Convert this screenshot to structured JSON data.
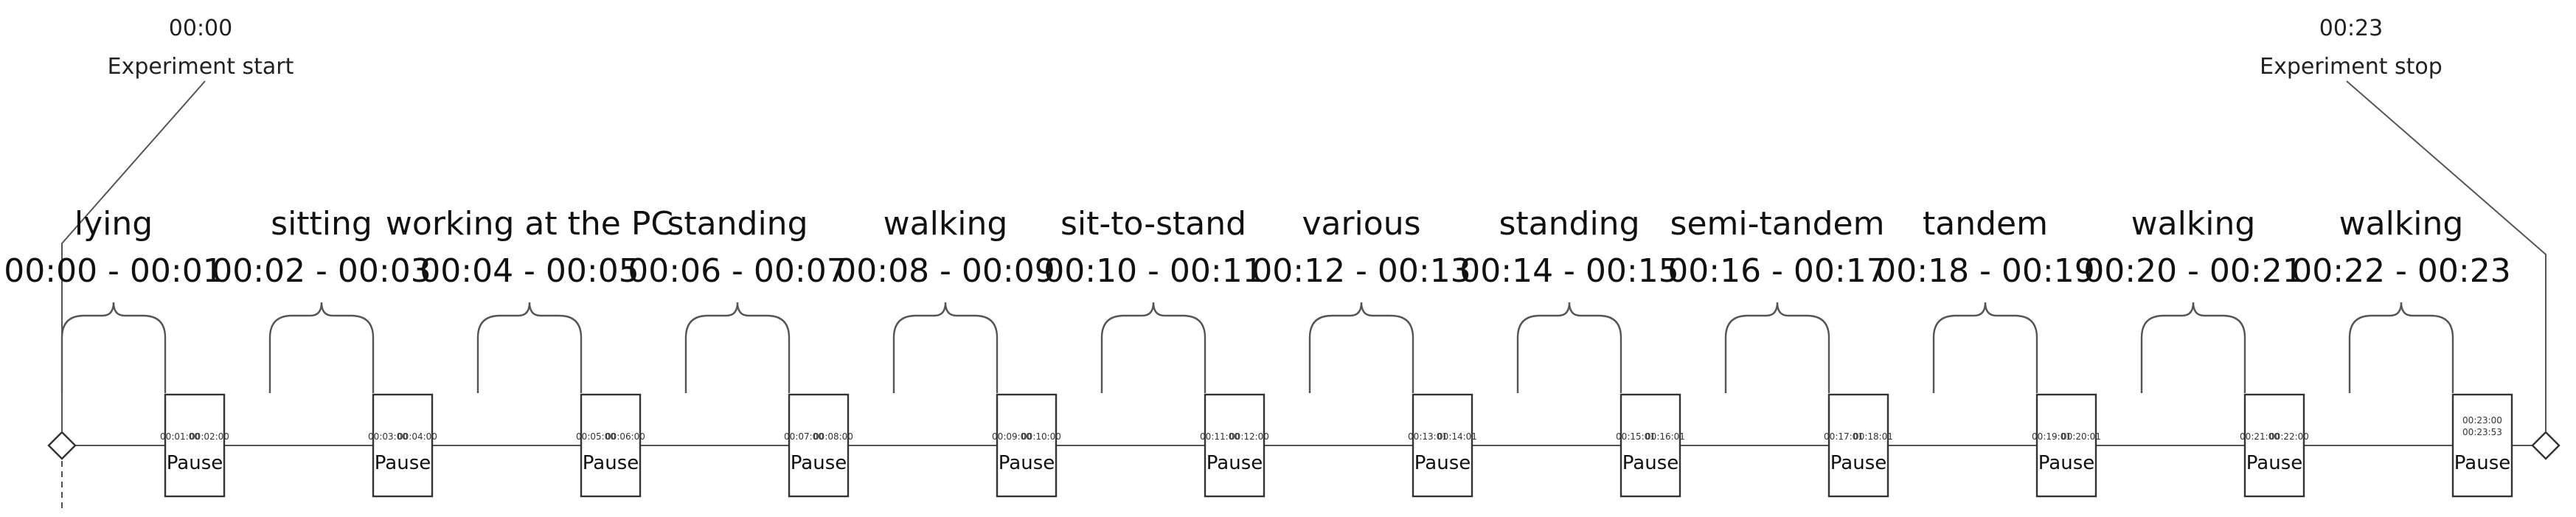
{
  "start_marker": {
    "time": "00:00",
    "label": "Experiment start"
  },
  "stop_marker": {
    "time": "00:23",
    "label": "Experiment stop"
  },
  "activities": [
    {
      "name": "lying",
      "time": "00:00 - 00:01"
    },
    {
      "name": "sitting",
      "time": "00:02 - 00:03"
    },
    {
      "name": "working at the PC",
      "time": "00:04 - 00:05"
    },
    {
      "name": "standing",
      "time": "00:06 - 00:07"
    },
    {
      "name": "walking",
      "time": "00:08 - 00:09"
    },
    {
      "name": "sit-to-stand",
      "time": "00:10 - 00:11"
    },
    {
      "name": "various",
      "time": "00:12 - 00:13"
    },
    {
      "name": "standing",
      "time": "00:14 - 00:15"
    },
    {
      "name": "semi-tandem",
      "time": "00:16 - 00:17"
    },
    {
      "name": "tandem",
      "time": "00:18 - 00:19"
    },
    {
      "name": "walking",
      "time": "00:20 - 00:21"
    },
    {
      "name": "walking",
      "time": "00:22 - 00:23"
    }
  ],
  "pauses": [
    {
      "label": "Pause",
      "start": "00:01:00",
      "end": "00:02:00"
    },
    {
      "label": "Pause",
      "start": "00:03:00",
      "end": "00:04:00"
    },
    {
      "label": "Pause",
      "start": "00:05:00",
      "end": "00:06:00"
    },
    {
      "label": "Pause",
      "start": "00:07:00",
      "end": "00:08:00"
    },
    {
      "label": "Pause",
      "start": "00:09:00",
      "end": "00:10:00"
    },
    {
      "label": "Pause",
      "start": "00:11:00",
      "end": "00:12:00"
    },
    {
      "label": "Pause",
      "start": "00:13:01",
      "end": "00:14:01"
    },
    {
      "label": "Pause",
      "start": "00:15:01",
      "end": "00:16:01"
    },
    {
      "label": "Pause",
      "start": "00:17:01",
      "end": "00:18:01"
    },
    {
      "label": "Pause",
      "start": "00:19:01",
      "end": "00:20:01"
    },
    {
      "label": "Pause",
      "start": "00:21:00",
      "end": "00:22:00"
    },
    {
      "label": "Pause",
      "start": "00:23:00",
      "end": "00:23:53"
    }
  ]
}
